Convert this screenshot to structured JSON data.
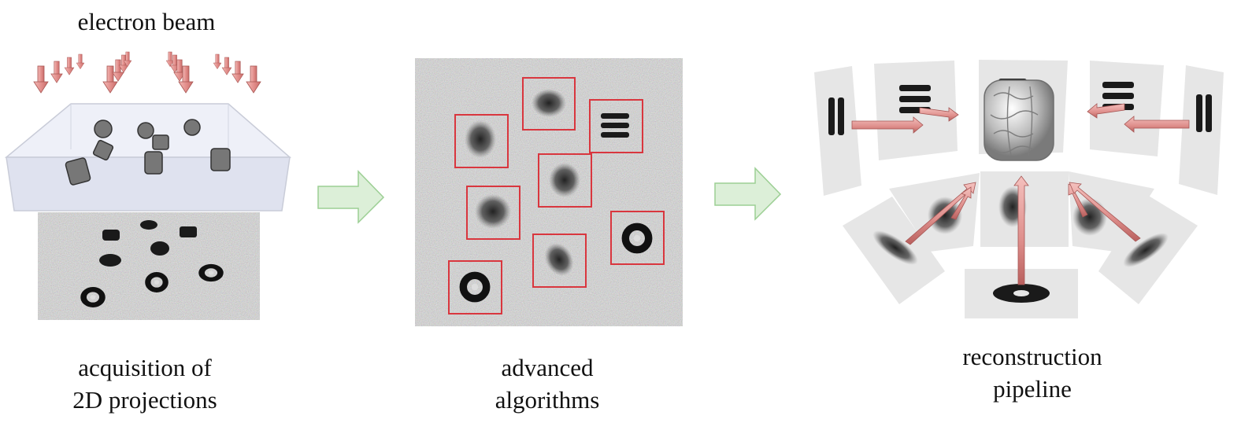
{
  "stage1": {
    "top_label": "electron beam",
    "caption_line1": "acquisition of",
    "caption_line2": "2D projections"
  },
  "stage2": {
    "caption_line1": "advanced",
    "caption_line2": "algorithms"
  },
  "stage3": {
    "caption_line1": "reconstruction",
    "caption_line2": "pipeline"
  },
  "colors": {
    "beam_arrow": "#e49a98",
    "flow_arrow_fill": "#dcefd8",
    "flow_arrow_stroke": "#9ccf94",
    "pick_box": "#d9363e",
    "noise_bg": "#a9a9a9",
    "panel_bg": "#e6e6e6"
  }
}
